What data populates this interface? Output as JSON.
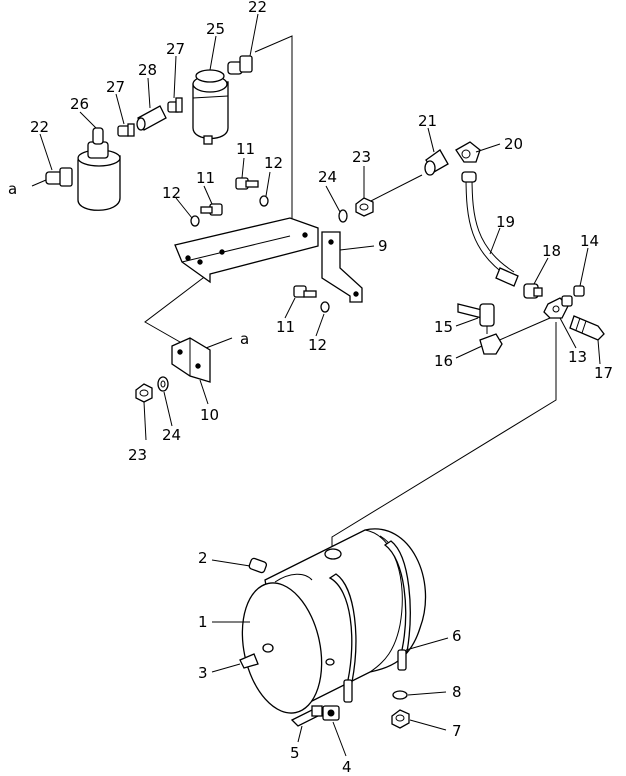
{
  "diagram": {
    "labels": {
      "p1": "1",
      "p2": "2",
      "p3": "3",
      "p4": "4",
      "p5": "5",
      "p6": "6",
      "p7": "7",
      "p8": "8",
      "p9": "9",
      "p10": "10",
      "p11a": "11",
      "p11b": "11",
      "p11c": "11",
      "p12a": "12",
      "p12b": "12",
      "p12c": "12",
      "p13": "13",
      "p14": "14",
      "p15": "15",
      "p16": "16",
      "p17": "17",
      "p18": "18",
      "p19": "19",
      "p20": "20",
      "p21": "21",
      "p22a": "22",
      "p22b": "22",
      "p23a": "23",
      "p23b": "23",
      "p24a": "24",
      "p24b": "24",
      "p25": "25",
      "p26": "26",
      "p27a": "27",
      "p27b": "27",
      "p28": "28",
      "refA1": "a",
      "refA2": "a"
    }
  }
}
